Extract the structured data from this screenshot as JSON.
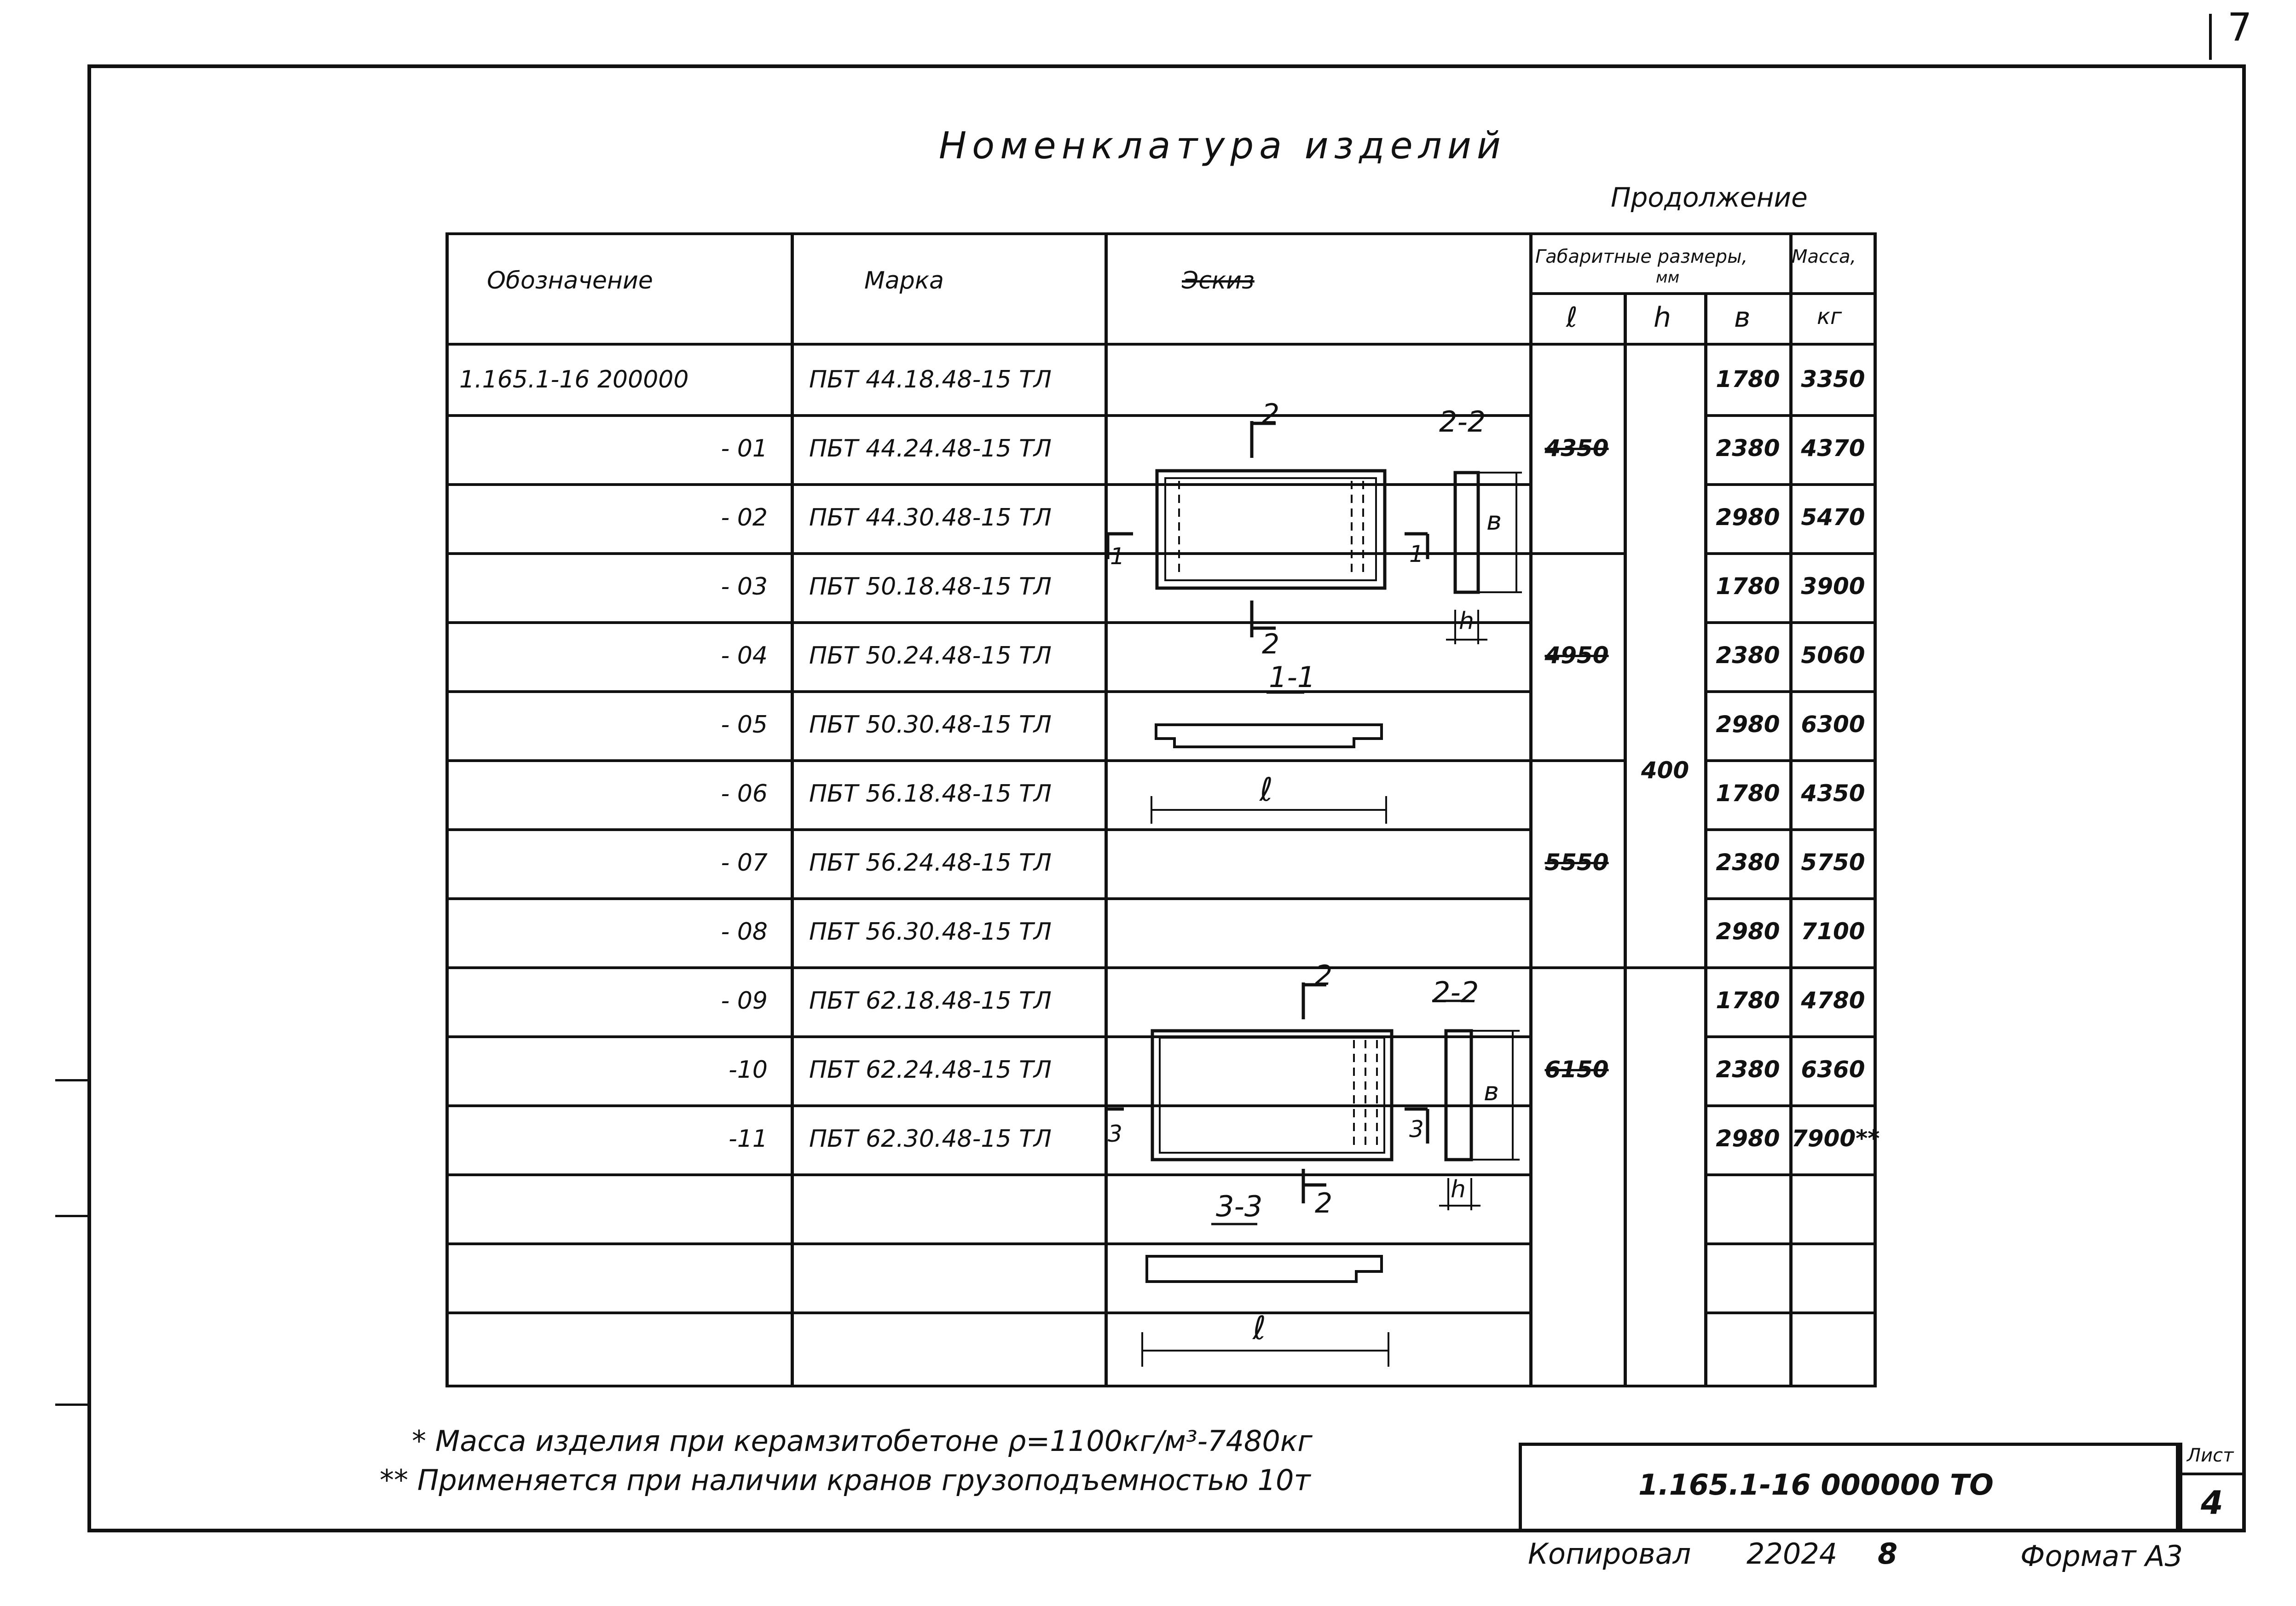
{
  "page_number": "7",
  "title": "Номенклатура изделий",
  "continuation": "Продолжение",
  "table": {
    "headers": {
      "designation": "Обозначение",
      "mark": "Марка",
      "sketch": "Эскиз",
      "overall_dims": "Габаритные размеры,",
      "dims_unit": "мм",
      "col_l": "ℓ",
      "col_h": "h",
      "col_b": "в",
      "mass": "Масса,",
      "mass_unit": "кг"
    },
    "rows": [
      {
        "designation": "1.165.1-16 200000",
        "mark": "ПБТ 44.18.48-15 ТЛ",
        "b": "1780",
        "mass": "3350"
      },
      {
        "designation": "- 01",
        "mark": "ПБТ 44.24.48-15 ТЛ",
        "b": "2380",
        "mass": "4370"
      },
      {
        "designation": "- 02",
        "mark": "ПБТ 44.30.48-15 ТЛ",
        "b": "2980",
        "mass": "5470"
      },
      {
        "designation": "- 03",
        "mark": "ПБТ 50.18.48-15 ТЛ",
        "b": "1780",
        "mass": "3900"
      },
      {
        "designation": "- 04",
        "mark": "ПБТ 50.24.48-15 ТЛ",
        "b": "2380",
        "mass": "5060"
      },
      {
        "designation": "- 05",
        "mark": "ПБТ 50.30.48-15 ТЛ",
        "b": "2980",
        "mass": "6300"
      },
      {
        "designation": "- 06",
        "mark": "ПБТ 56.18.48-15 ТЛ",
        "b": "1780",
        "mass": "4350"
      },
      {
        "designation": "- 07",
        "mark": "ПБТ 56.24.48-15 ТЛ",
        "b": "2380",
        "mass": "5750"
      },
      {
        "designation": "- 08",
        "mark": "ПБТ 56.30.48-15 ТЛ",
        "b": "2980",
        "mass": "7100"
      },
      {
        "designation": "- 09",
        "mark": "ПБТ 62.18.48-15 ТЛ",
        "b": "1780",
        "mass": "4780"
      },
      {
        "designation": "-10",
        "mark": "ПБТ 62.24.48-15 ТЛ",
        "b": "2380",
        "mass": "6360"
      },
      {
        "designation": "-11",
        "mark": "ПБТ 62.30.48-15 ТЛ",
        "b": "2980",
        "mass": "7900**"
      }
    ],
    "l_groups": [
      "4350",
      "4950",
      "5550",
      "6150"
    ],
    "h_value": "400"
  },
  "sketch": {
    "top_section_marks": [
      "2",
      "2",
      "1",
      "1"
    ],
    "section_22_a": "2-2",
    "section_11": "1-1",
    "bottom_section_marks": [
      "2",
      "2",
      "3",
      "3"
    ],
    "section_22_b": "2-2",
    "section_33": "3-3",
    "dim_b": "в",
    "dim_h": "h",
    "dim_l": "ℓ"
  },
  "footnotes": {
    "note1": "* Масса изделия при керамзитобетоне ρ=1100кг/м³-7480кг",
    "note2": "** Применяется при наличии кранов грузоподъемностью 10т"
  },
  "stamp": {
    "code": "1.165.1-16 000000 ТО",
    "sheet_label": "Лист",
    "sheet_number": "4"
  },
  "bottom": {
    "copied": "Копировал",
    "number": "22024",
    "num2": "8",
    "format": "Формат А3"
  }
}
